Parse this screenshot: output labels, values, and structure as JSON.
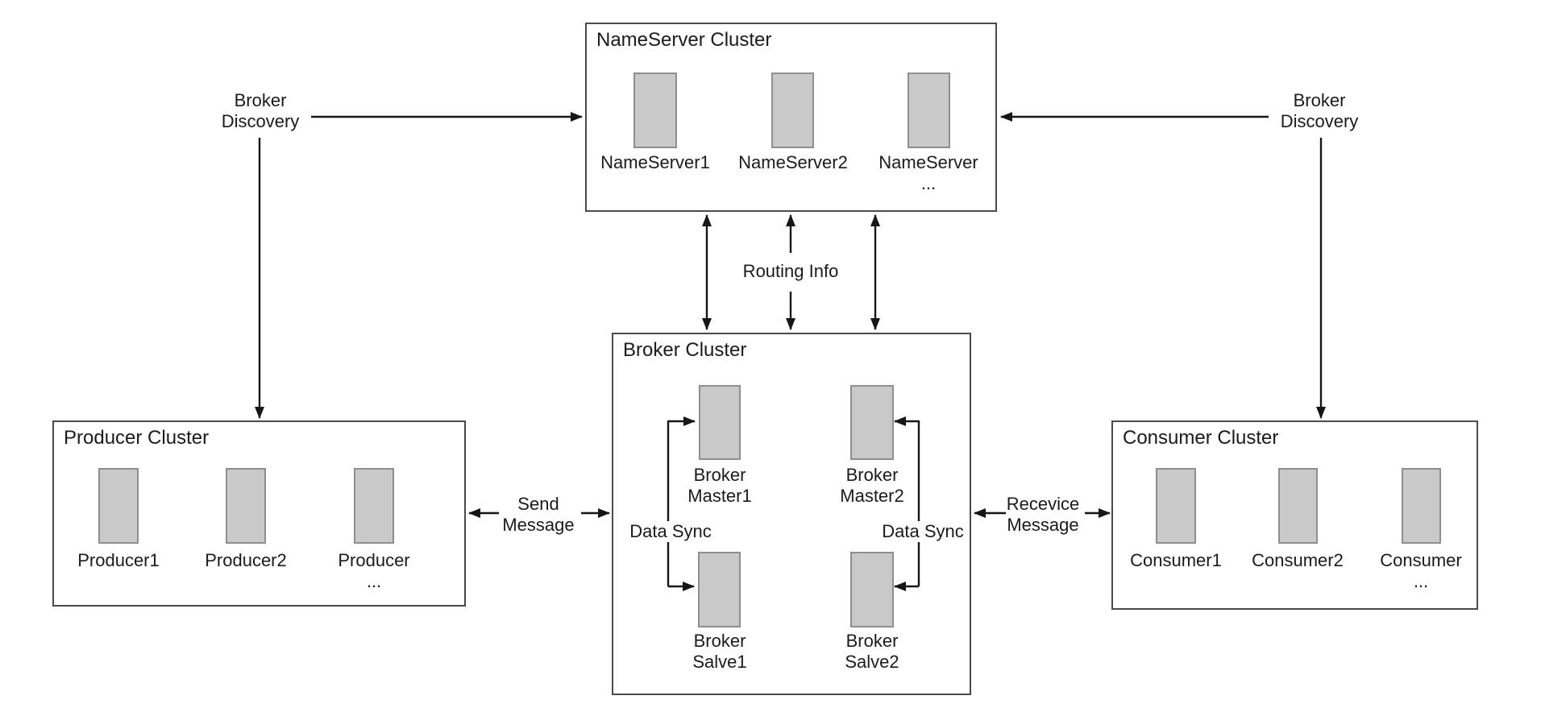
{
  "colors": {
    "background": "#ffffff",
    "line": "#161616",
    "text": "#1b1b1b",
    "cluster_border": "#4a4a4a",
    "node_fill": "#c9c9c9",
    "node_border": "#8e8e8e"
  },
  "nameserver_cluster": {
    "title": "NameServer Cluster",
    "nodes": [
      {
        "label": "NameServer1"
      },
      {
        "label": "NameServer2"
      },
      {
        "label": "NameServer\n..."
      }
    ]
  },
  "broker_cluster": {
    "title": "Broker Cluster",
    "masters": [
      {
        "label": "Broker\nMaster1"
      },
      {
        "label": "Broker\nMaster2"
      }
    ],
    "slaves": [
      {
        "label": "Broker\nSalve1"
      },
      {
        "label": "Broker\nSalve2"
      }
    ],
    "data_sync_labels": [
      "Data Sync",
      "Data Sync"
    ]
  },
  "producer_cluster": {
    "title": "Producer Cluster",
    "nodes": [
      {
        "label": "Producer1"
      },
      {
        "label": "Producer2"
      },
      {
        "label": "Producer\n..."
      }
    ]
  },
  "consumer_cluster": {
    "title": "Consumer Cluster",
    "nodes": [
      {
        "label": "Consumer1"
      },
      {
        "label": "Consumer2"
      },
      {
        "label": "Consumer\n..."
      }
    ]
  },
  "edges": {
    "broker_discovery_left": "Broker\nDiscovery",
    "broker_discovery_right": "Broker\nDiscovery",
    "routing_info": "Routing Info",
    "send_message": "Send\nMessage",
    "receive_message": "Recevice\nMessage"
  }
}
